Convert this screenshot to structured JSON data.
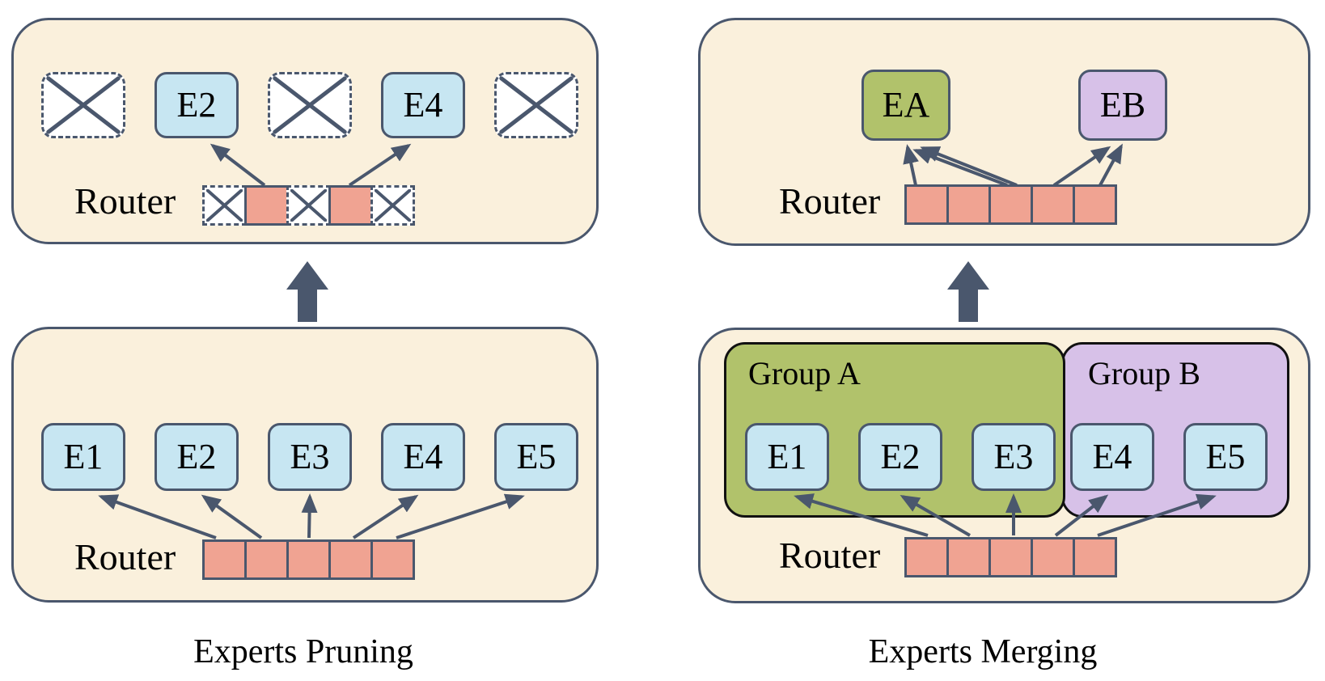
{
  "figure": {
    "left": {
      "caption": "Experts Pruning",
      "top": {
        "router_label": "Router",
        "experts": [
          {
            "id": "E1",
            "state": "pruned",
            "label": ""
          },
          {
            "id": "E2",
            "state": "kept",
            "label": "E2"
          },
          {
            "id": "E3",
            "state": "pruned",
            "label": ""
          },
          {
            "id": "E4",
            "state": "kept",
            "label": "E4"
          },
          {
            "id": "E5",
            "state": "pruned",
            "label": ""
          }
        ],
        "router_cells": [
          "pruned",
          "kept",
          "pruned",
          "kept",
          "pruned"
        ]
      },
      "bottom": {
        "router_label": "Router",
        "experts": [
          {
            "label": "E1"
          },
          {
            "label": "E2"
          },
          {
            "label": "E3"
          },
          {
            "label": "E4"
          },
          {
            "label": "E5"
          }
        ],
        "router_cells": [
          "kept",
          "kept",
          "kept",
          "kept",
          "kept"
        ]
      }
    },
    "right": {
      "caption": "Experts Merging",
      "top": {
        "router_label": "Router",
        "experts": [
          {
            "label": "EA",
            "group": "Group A"
          },
          {
            "label": "EB",
            "group": "Group B"
          }
        ],
        "router_cells": [
          "kept",
          "kept",
          "kept",
          "kept",
          "kept"
        ]
      },
      "bottom": {
        "router_label": "Router",
        "groups": [
          {
            "label": "Group A",
            "experts": [
              {
                "label": "E1"
              },
              {
                "label": "E2"
              },
              {
                "label": "E3"
              }
            ]
          },
          {
            "label": "Group B",
            "experts": [
              {
                "label": "E4"
              },
              {
                "label": "E5"
              }
            ]
          }
        ]
      }
    },
    "colors": {
      "panel_fill": "#faf0dc",
      "outline": "#4a576d",
      "expert_fill": "#c7e6f2",
      "router_cell_fill": "#f0a392",
      "group_a_fill": "#b1c26b",
      "group_b_fill": "#d7c1e8",
      "group_border": "#111111",
      "text": "#000000"
    }
  }
}
